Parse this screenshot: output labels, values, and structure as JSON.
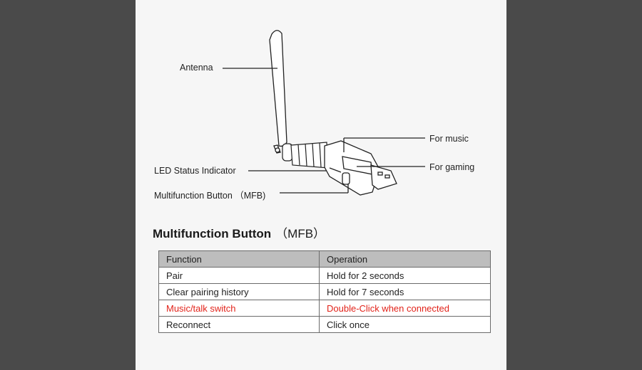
{
  "callouts": {
    "antenna": "Antenna",
    "for_music": "For music",
    "for_gaming": "For gaming",
    "led": "LED Status Indicator",
    "mfb": "Multifunction Button （MFB)"
  },
  "section": {
    "title": "Multifunction Button",
    "title_paren": "（MFB）"
  },
  "table": {
    "headers": [
      "Function",
      "Operation"
    ],
    "rows": [
      {
        "function": "Pair",
        "operation": "Hold for 2 seconds"
      },
      {
        "function": "Clear pairing history",
        "operation": "Hold for 7 seconds"
      },
      {
        "function": "Music/talk switch",
        "operation": "Double-Click when connected"
      },
      {
        "function": "Reconnect",
        "operation": "Click once"
      }
    ]
  },
  "colors": {
    "highlight": "#e2231a",
    "header_bg": "#bdbdbd",
    "backdrop": "#4a4a4a"
  }
}
